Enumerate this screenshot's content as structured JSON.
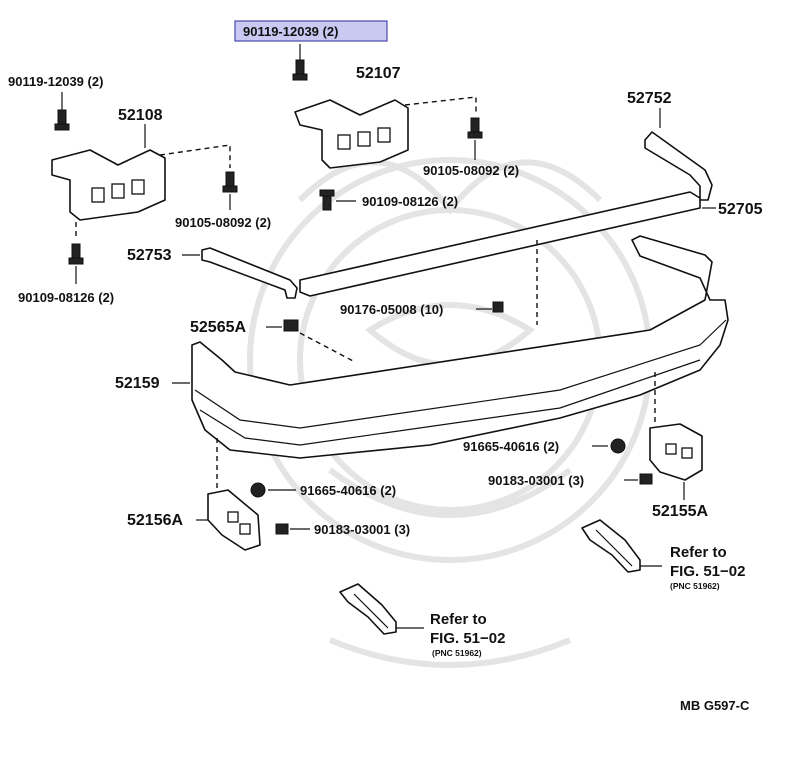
{
  "highlighted_part": "90119-12039 (2)",
  "labels": {
    "bolt_90119_left": "90119-12039 (2)",
    "bracket_52108": "52108",
    "bracket_52107": "52107",
    "clip_52752": "52752",
    "bolt_90105_right": "90105-08092 (2)",
    "bolt_90105_left": "90105-08092 (2)",
    "bolt_90109_center": "90109-08126 (2)",
    "bolt_90109_left": "90109-08126 (2)",
    "moulding_52705": "52705",
    "moulding_52753": "52753",
    "clip_90176": "90176-05008 (10)",
    "retainer_52565A": "52565A",
    "bumper_52159": "52159",
    "nut_91665_right": "91665-40616 (2)",
    "clip_90183_right": "90183-03001 (3)",
    "bracket_52155A": "52155A",
    "nut_91665_left": "91665-40616 (2)",
    "bracket_52156A": "52156A",
    "clip_90183_left": "90183-03001 (3)"
  },
  "refs": [
    {
      "line1": "Refer to",
      "line2": "FIG. 51−02",
      "line3": "(PNC 51962)"
    },
    {
      "line1": "Refer to",
      "line2": "FIG. 51−02",
      "line3": "(PNC 51962)"
    }
  ],
  "figure_code": "MB  G597-C"
}
